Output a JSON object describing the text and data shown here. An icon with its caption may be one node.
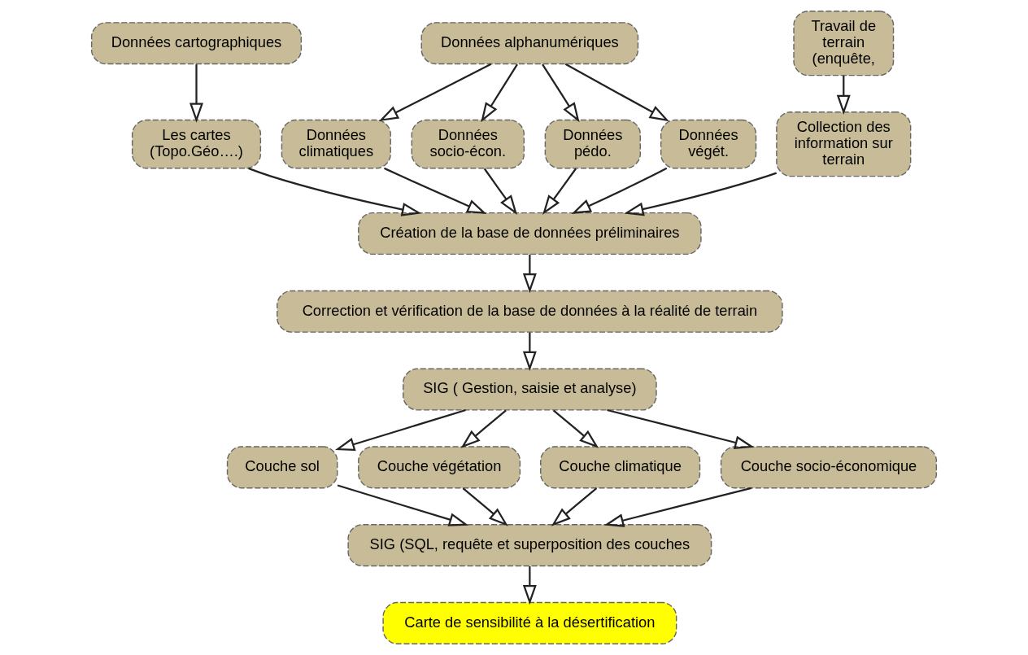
{
  "diagram": {
    "nodes": [
      {
        "text": [
          "Données cartographiques"
        ]
      },
      {
        "text": [
          "Données alphanumériques"
        ]
      },
      {
        "text": [
          "Les cartes (Topo.Géo….)"
        ]
      },
      {
        "text": [
          "Données climatiques"
        ]
      },
      {
        "text": [
          "Données socio-écon."
        ]
      },
      {
        "text": [
          "Données pédo."
        ]
      },
      {
        "text": [
          "Données végét."
        ]
      },
      {
        "text": [
          "Travail de terrain (enquête,"
        ]
      },
      {
        "text": [
          "Création de la base de données préliminaires"
        ]
      },
      {
        "text": [
          "Collection des information sur terrain"
        ]
      },
      {
        "text": [
          "Correction et vérification de la base de données à la réalité de terrain"
        ]
      },
      {
        "text": [
          "SIG ( Gestion, saisie et analyse)"
        ]
      },
      {
        "text": [
          "Couche sol"
        ]
      },
      {
        "text": [
          "Couche végétation"
        ]
      },
      {
        "text": [
          "Couche climatique"
        ]
      },
      {
        "text": [
          "Couche socio-économique"
        ]
      },
      {
        "text": [
          "SIG (SQL, requête et superposition des couches"
        ]
      },
      {
        "text": [
          "Carte de sensibilité à la désertification"
        ]
      }
    ],
    "edges": [
      {
        "from": 0,
        "to": 2,
        "arrow": "to"
      },
      {
        "from": 1,
        "to": 3,
        "arrow": "to"
      },
      {
        "from": 1,
        "to": 4,
        "arrow": "to"
      },
      {
        "from": 1,
        "to": 5,
        "arrow": "to"
      },
      {
        "from": 1,
        "to": 6,
        "arrow": "to"
      },
      {
        "from": 2,
        "to": 8,
        "arrow": "to"
      },
      {
        "from": 3,
        "to": 8,
        "arrow": "to"
      },
      {
        "from": 4,
        "to": 8,
        "arrow": "to"
      },
      {
        "from": 5,
        "to": 8,
        "arrow": "to"
      },
      {
        "from": 6,
        "to": 8,
        "arrow": "to"
      },
      {
        "from": 7,
        "to": 9,
        "arrow": "to"
      },
      {
        "from": 9,
        "to": 8,
        "arrow": "to"
      },
      {
        "from": 8,
        "to": 10,
        "arrow": "to"
      },
      {
        "from": 10,
        "to": 11,
        "arrow": "to"
      },
      {
        "from": 11,
        "to": 12,
        "arrow": "to"
      },
      {
        "from": 11,
        "to": 13,
        "arrow": "to"
      },
      {
        "from": 11,
        "to": 14,
        "arrow": "to"
      },
      {
        "from": 11,
        "to": 15,
        "arrow": "to"
      },
      {
        "from": 12,
        "to": 16,
        "arrow": "to"
      },
      {
        "from": 13,
        "to": 16,
        "arrow": "to"
      },
      {
        "from": 14,
        "to": 16,
        "arrow": "to"
      },
      {
        "from": 15,
        "to": 16,
        "arrow": "to"
      },
      {
        "from": 16,
        "to": 17,
        "arrow": "to"
      }
    ]
  }
}
